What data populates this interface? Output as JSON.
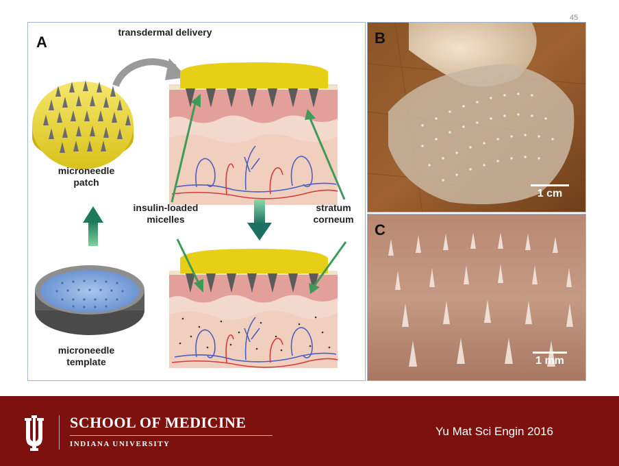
{
  "slide_number": "45",
  "figure": {
    "panel_a": {
      "letter": "A",
      "labels": {
        "transdermal": "transdermal delivery",
        "patch_line1": "microneedle",
        "patch_line2": "patch",
        "insulin_line1": "insulin-loaded",
        "insulin_line2": "micelles",
        "stratum_line1": "stratum",
        "stratum_line2": "corneum",
        "template_line1": "microneedle",
        "template_line2": "template"
      }
    },
    "panel_b": {
      "letter": "B",
      "scale": "1 cm"
    },
    "panel_c": {
      "letter": "C",
      "scale": "1 mm"
    }
  },
  "footer": {
    "school": "SCHOOL OF MEDICINE",
    "university": "INDIANA UNIVERSITY",
    "citation": "Yu Mat Sci Engin 2016"
  },
  "colors": {
    "footer_bg": "#7d110e",
    "patch_yellow": "#e8d21a",
    "skin_pink": "#e7a7a0",
    "arrow_green": "#3f9a58",
    "arrow_teal": "#2f8f73"
  }
}
